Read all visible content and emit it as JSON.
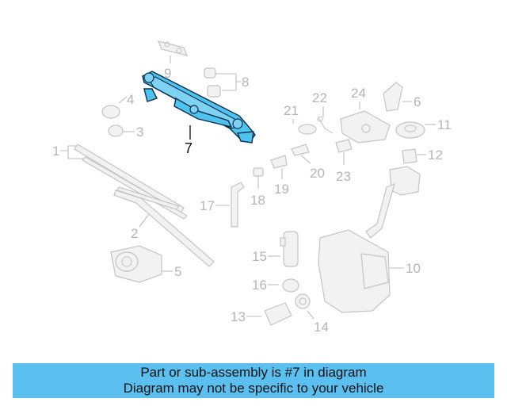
{
  "labels": {
    "l1": "1",
    "l2": "2",
    "l3": "3",
    "l4": "4",
    "l5": "5",
    "l6": "6",
    "l7": "7",
    "l8": "8",
    "l9": "9",
    "l10": "10",
    "l11": "11",
    "l12": "12",
    "l13": "13",
    "l14": "14",
    "l15": "15",
    "l16": "16",
    "l17": "17",
    "l18": "18",
    "l19": "19",
    "l20": "20",
    "l21": "21",
    "l22": "22",
    "l23": "23",
    "l24": "24"
  },
  "highlight_color": "#4fc3ef",
  "banner": {
    "line1": "Part or sub-assembly is #7 in diagram",
    "line2": "Diagram may not be specific to your vehicle",
    "background": "#5bc0f0"
  }
}
